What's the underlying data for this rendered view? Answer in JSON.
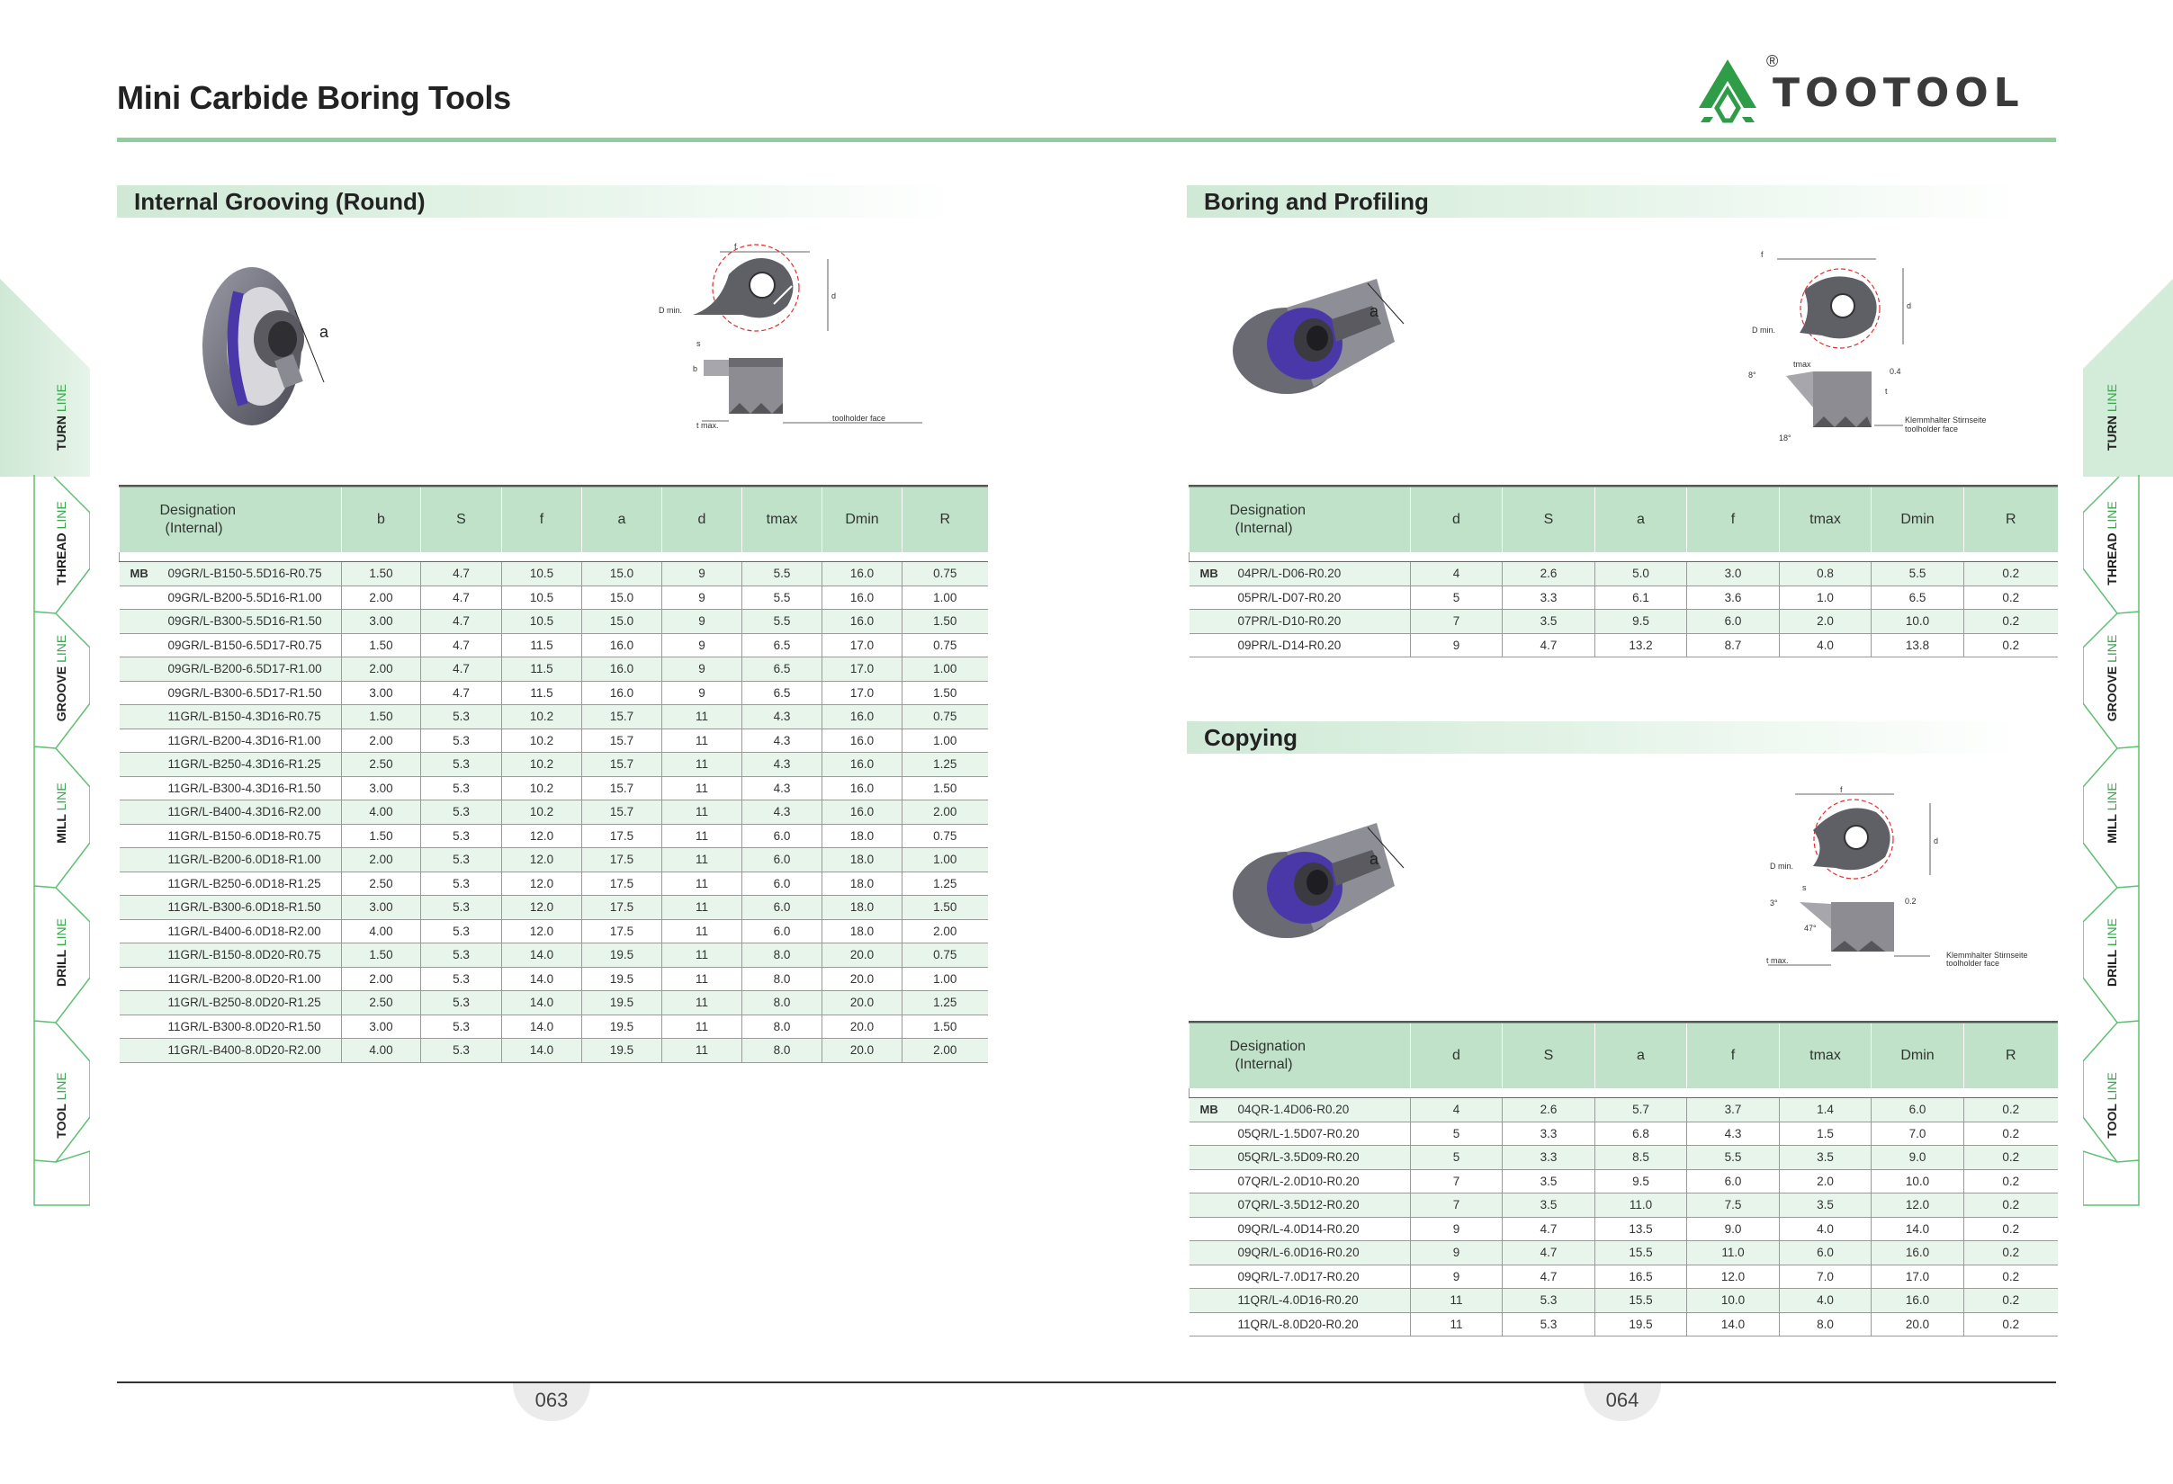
{
  "header": {
    "title": "Mini Carbide Boring Tools",
    "logo_text": "TOOTOOL",
    "logo_reg": "®"
  },
  "colors": {
    "accent": "#39a64e",
    "header_green": "#bfe2c8",
    "row_alt": "#e8f5eb",
    "purple": "#4b38a8"
  },
  "sections": {
    "grooving": {
      "title": "Internal Grooving (Round)"
    },
    "boring": {
      "title": "Boring and Profiling"
    },
    "copying": {
      "title": "Copying"
    }
  },
  "diagram_labels": {
    "a": "a",
    "f": "f",
    "d": "d",
    "b": "b",
    "s": "s",
    "dmin": "D min.",
    "tmax": "t max.",
    "tmax2": "tmax",
    "toolholder": "toolholder face",
    "klemm": "Klemmhalter Stirnseite",
    "angle8": "8°",
    "angle18": "18°",
    "angle3": "3°",
    "angle47": "47°",
    "v04": "0.4",
    "v02": "0.2",
    "t": "t"
  },
  "grooving_table": {
    "headers": [
      "Designation\n(Internal)",
      "b",
      "S",
      "f",
      "a",
      "d",
      "tmax",
      "Dmin",
      "R"
    ],
    "mb": "MB",
    "rows": [
      [
        "09GR/L-B150-5.5D16-R0.75",
        "1.50",
        "4.7",
        "10.5",
        "15.0",
        "9",
        "5.5",
        "16.0",
        "0.75"
      ],
      [
        "09GR/L-B200-5.5D16-R1.00",
        "2.00",
        "4.7",
        "10.5",
        "15.0",
        "9",
        "5.5",
        "16.0",
        "1.00"
      ],
      [
        "09GR/L-B300-5.5D16-R1.50",
        "3.00",
        "4.7",
        "10.5",
        "15.0",
        "9",
        "5.5",
        "16.0",
        "1.50"
      ],
      [
        "09GR/L-B150-6.5D17-R0.75",
        "1.50",
        "4.7",
        "11.5",
        "16.0",
        "9",
        "6.5",
        "17.0",
        "0.75"
      ],
      [
        "09GR/L-B200-6.5D17-R1.00",
        "2.00",
        "4.7",
        "11.5",
        "16.0",
        "9",
        "6.5",
        "17.0",
        "1.00"
      ],
      [
        "09GR/L-B300-6.5D17-R1.50",
        "3.00",
        "4.7",
        "11.5",
        "16.0",
        "9",
        "6.5",
        "17.0",
        "1.50"
      ],
      [
        "11GR/L-B150-4.3D16-R0.75",
        "1.50",
        "5.3",
        "10.2",
        "15.7",
        "11",
        "4.3",
        "16.0",
        "0.75"
      ],
      [
        "11GR/L-B200-4.3D16-R1.00",
        "2.00",
        "5.3",
        "10.2",
        "15.7",
        "11",
        "4.3",
        "16.0",
        "1.00"
      ],
      [
        "11GR/L-B250-4.3D16-R1.25",
        "2.50",
        "5.3",
        "10.2",
        "15.7",
        "11",
        "4.3",
        "16.0",
        "1.25"
      ],
      [
        "11GR/L-B300-4.3D16-R1.50",
        "3.00",
        "5.3",
        "10.2",
        "15.7",
        "11",
        "4.3",
        "16.0",
        "1.50"
      ],
      [
        "11GR/L-B400-4.3D16-R2.00",
        "4.00",
        "5.3",
        "10.2",
        "15.7",
        "11",
        "4.3",
        "16.0",
        "2.00"
      ],
      [
        "11GR/L-B150-6.0D18-R0.75",
        "1.50",
        "5.3",
        "12.0",
        "17.5",
        "11",
        "6.0",
        "18.0",
        "0.75"
      ],
      [
        "11GR/L-B200-6.0D18-R1.00",
        "2.00",
        "5.3",
        "12.0",
        "17.5",
        "11",
        "6.0",
        "18.0",
        "1.00"
      ],
      [
        "11GR/L-B250-6.0D18-R1.25",
        "2.50",
        "5.3",
        "12.0",
        "17.5",
        "11",
        "6.0",
        "18.0",
        "1.25"
      ],
      [
        "11GR/L-B300-6.0D18-R1.50",
        "3.00",
        "5.3",
        "12.0",
        "17.5",
        "11",
        "6.0",
        "18.0",
        "1.50"
      ],
      [
        "11GR/L-B400-6.0D18-R2.00",
        "4.00",
        "5.3",
        "12.0",
        "17.5",
        "11",
        "6.0",
        "18.0",
        "2.00"
      ],
      [
        "11GR/L-B150-8.0D20-R0.75",
        "1.50",
        "5.3",
        "14.0",
        "19.5",
        "11",
        "8.0",
        "20.0",
        "0.75"
      ],
      [
        "11GR/L-B200-8.0D20-R1.00",
        "2.00",
        "5.3",
        "14.0",
        "19.5",
        "11",
        "8.0",
        "20.0",
        "1.00"
      ],
      [
        "11GR/L-B250-8.0D20-R1.25",
        "2.50",
        "5.3",
        "14.0",
        "19.5",
        "11",
        "8.0",
        "20.0",
        "1.25"
      ],
      [
        "11GR/L-B300-8.0D20-R1.50",
        "3.00",
        "5.3",
        "14.0",
        "19.5",
        "11",
        "8.0",
        "20.0",
        "1.50"
      ],
      [
        "11GR/L-B400-8.0D20-R2.00",
        "4.00",
        "5.3",
        "14.0",
        "19.5",
        "11",
        "8.0",
        "20.0",
        "2.00"
      ]
    ]
  },
  "boring_table": {
    "headers": [
      "Designation\n(Internal)",
      "d",
      "S",
      "a",
      "f",
      "tmax",
      "Dmin",
      "R"
    ],
    "mb": "MB",
    "rows": [
      [
        "04PR/L-D06-R0.20",
        "4",
        "2.6",
        "5.0",
        "3.0",
        "0.8",
        "5.5",
        "0.2"
      ],
      [
        "05PR/L-D07-R0.20",
        "5",
        "3.3",
        "6.1",
        "3.6",
        "1.0",
        "6.5",
        "0.2"
      ],
      [
        "07PR/L-D10-R0.20",
        "7",
        "3.5",
        "9.5",
        "6.0",
        "2.0",
        "10.0",
        "0.2"
      ],
      [
        "09PR/L-D14-R0.20",
        "9",
        "4.7",
        "13.2",
        "8.7",
        "4.0",
        "13.8",
        "0.2"
      ]
    ]
  },
  "copying_table": {
    "headers": [
      "Designation\n(Internal)",
      "d",
      "S",
      "a",
      "f",
      "tmax",
      "Dmin",
      "R"
    ],
    "mb": "MB",
    "rows": [
      [
        "04QR-1.4D06-R0.20",
        "4",
        "2.6",
        "5.7",
        "3.7",
        "1.4",
        "6.0",
        "0.2"
      ],
      [
        "05QR/L-1.5D07-R0.20",
        "5",
        "3.3",
        "6.8",
        "4.3",
        "1.5",
        "7.0",
        "0.2"
      ],
      [
        "05QR/L-3.5D09-R0.20",
        "5",
        "3.3",
        "8.5",
        "5.5",
        "3.5",
        "9.0",
        "0.2"
      ],
      [
        "07QR/L-2.0D10-R0.20",
        "7",
        "3.5",
        "9.5",
        "6.0",
        "2.0",
        "10.0",
        "0.2"
      ],
      [
        "07QR/L-3.5D12-R0.20",
        "7",
        "3.5",
        "11.0",
        "7.5",
        "3.5",
        "12.0",
        "0.2"
      ],
      [
        "09QR/L-4.0D14-R0.20",
        "9",
        "4.7",
        "13.5",
        "9.0",
        "4.0",
        "14.0",
        "0.2"
      ],
      [
        "09QR/L-6.0D16-R0.20",
        "9",
        "4.7",
        "15.5",
        "11.0",
        "6.0",
        "16.0",
        "0.2"
      ],
      [
        "09QR/L-7.0D17-R0.20",
        "9",
        "4.7",
        "16.5",
        "12.0",
        "7.0",
        "17.0",
        "0.2"
      ],
      [
        "11QR/L-4.0D16-R0.20",
        "11",
        "5.3",
        "15.5",
        "10.0",
        "4.0",
        "16.0",
        "0.2"
      ],
      [
        "11QR/L-8.0D20-R0.20",
        "11",
        "5.3",
        "19.5",
        "14.0",
        "8.0",
        "20.0",
        "0.2"
      ]
    ]
  },
  "side_tabs": [
    {
      "name": "TURN",
      "line": "LINE"
    },
    {
      "name": "THREAD",
      "line": "LINE"
    },
    {
      "name": "GROOVE",
      "line": "LINE"
    },
    {
      "name": "MILL",
      "line": "LINE"
    },
    {
      "name": "DRILL",
      "line": "LINE"
    },
    {
      "name": "TOOL",
      "line": "LINE"
    }
  ],
  "footer": {
    "left_page": "063",
    "right_page": "064"
  }
}
